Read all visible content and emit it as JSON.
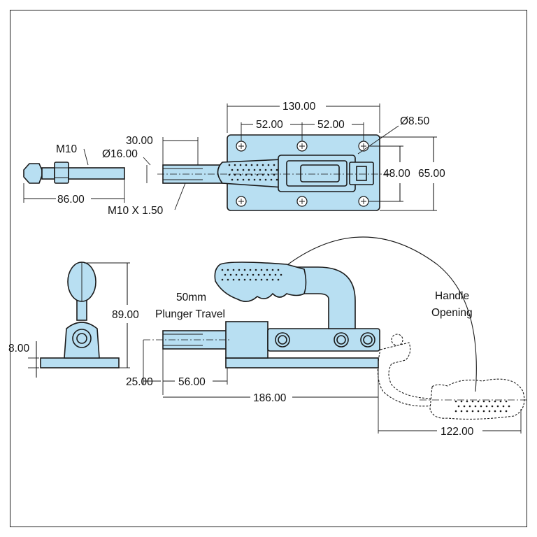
{
  "drawing": {
    "top_view": {
      "overall_width": "130.00",
      "hole_spacing_left": "52.00",
      "hole_spacing_right": "52.00",
      "hole_diameter": "Ø8.50",
      "hole_spacing_vertical": "48.00",
      "overall_depth": "65.00",
      "plunger_length": "30.00",
      "plunger_diameter": "Ø16.00",
      "thread": "M10 X 1.50"
    },
    "plunger_detail": {
      "thread": "M10",
      "length": "86.00"
    },
    "end_view": {
      "height": "89.00",
      "base_thickness": "8.00"
    },
    "side_view": {
      "travel_label_line1": "50mm",
      "travel_label_line2": "Plunger Travel",
      "plunger_offset": "25.00",
      "plunger_travel": "56.00",
      "overall_length": "186.00",
      "handle_swing": "122.00",
      "handle_label_line1": "Handle",
      "handle_label_line2": "Opening"
    }
  }
}
